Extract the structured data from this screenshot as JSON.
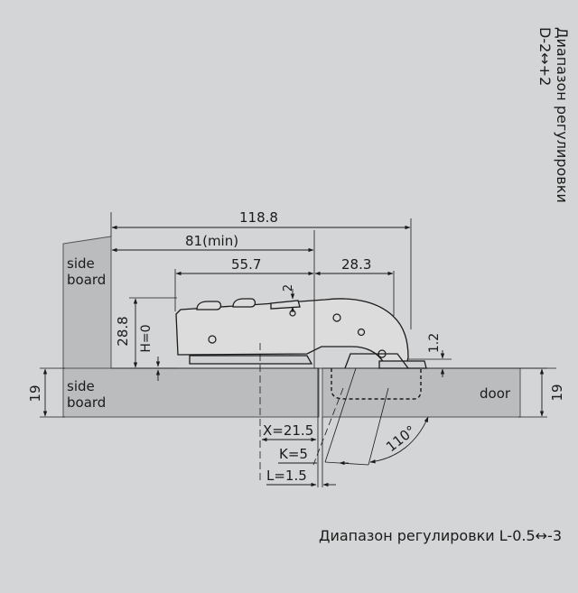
{
  "labels": {
    "side_board_vertical": [
      "side",
      "board"
    ],
    "side_board_horizontal": [
      "side",
      "board"
    ],
    "door": "door"
  },
  "dimensions": {
    "overall": "118.8",
    "min_depth": "81(min)",
    "cup_center": "55.7",
    "arm_offset": "28.3",
    "cover_gap": "2",
    "height": "28.8",
    "h_value": "H=0",
    "overlay_gap": "1.2",
    "thickness_side": "19",
    "thickness_door": "19",
    "x_value": "X=21.5",
    "k_value": "K=5",
    "l_value": "L=1.5",
    "opening_angle": "110°"
  },
  "adjustment": {
    "depth_range": [
      "Диапазон регулировки",
      "D-2↔+2"
    ],
    "overlay_range": "Диапазон регулировки L-0.5↔-3"
  },
  "colors": {
    "background": "#d4d5d6",
    "board": "#bbbcbd",
    "line": "#1b1b1b",
    "hinge_fill": "#dcdcdc"
  }
}
